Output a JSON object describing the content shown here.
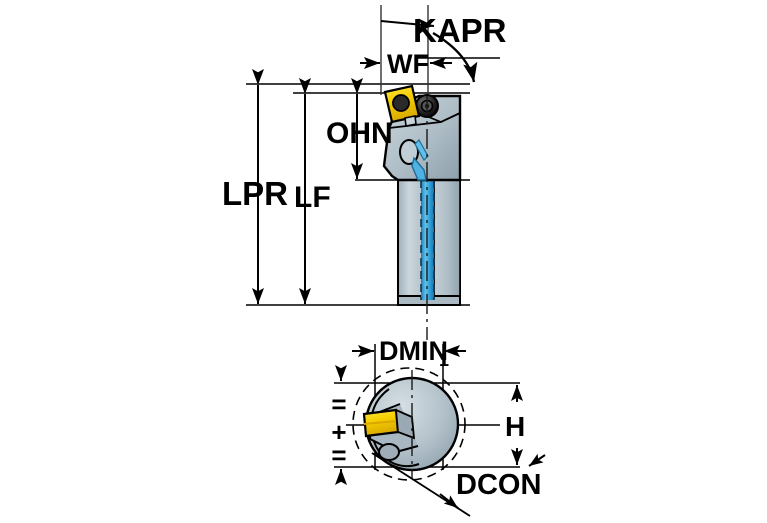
{
  "drawing": {
    "title": "Boring bar tool dimension diagram",
    "views": {
      "side": "side-view",
      "end": "end-view"
    }
  },
  "labels": {
    "kapr": "KAPR",
    "wf": "WF",
    "ohn": "OHN",
    "lpr": "LPR",
    "lf": "LF",
    "dmin": "DMIN",
    "dmin_sub": "1",
    "h": "H",
    "dcon": "DCON",
    "eq_top": "=",
    "plus": "+",
    "eq_bottom": "="
  },
  "colors": {
    "insert_yellow": "#f5cf00",
    "insert_yellow_dark": "#d9a900",
    "shank_gray": "#b9c6ce",
    "shank_gray_light": "#d4dde2",
    "shank_gray_dark": "#96a6b0",
    "head_gray": "#b3c0c9",
    "coolant_blue": "#3fa9dd",
    "coolant_blue_dark": "#1f7fb8",
    "outline": "#000000",
    "screw_dark": "#1b1b1b",
    "background": "#ffffff"
  },
  "icons": {
    "arrow": "arrow-head",
    "centerline": "center-line",
    "hidden_line": "dashed-hidden-line",
    "symmetry": "symmetry-mark"
  }
}
